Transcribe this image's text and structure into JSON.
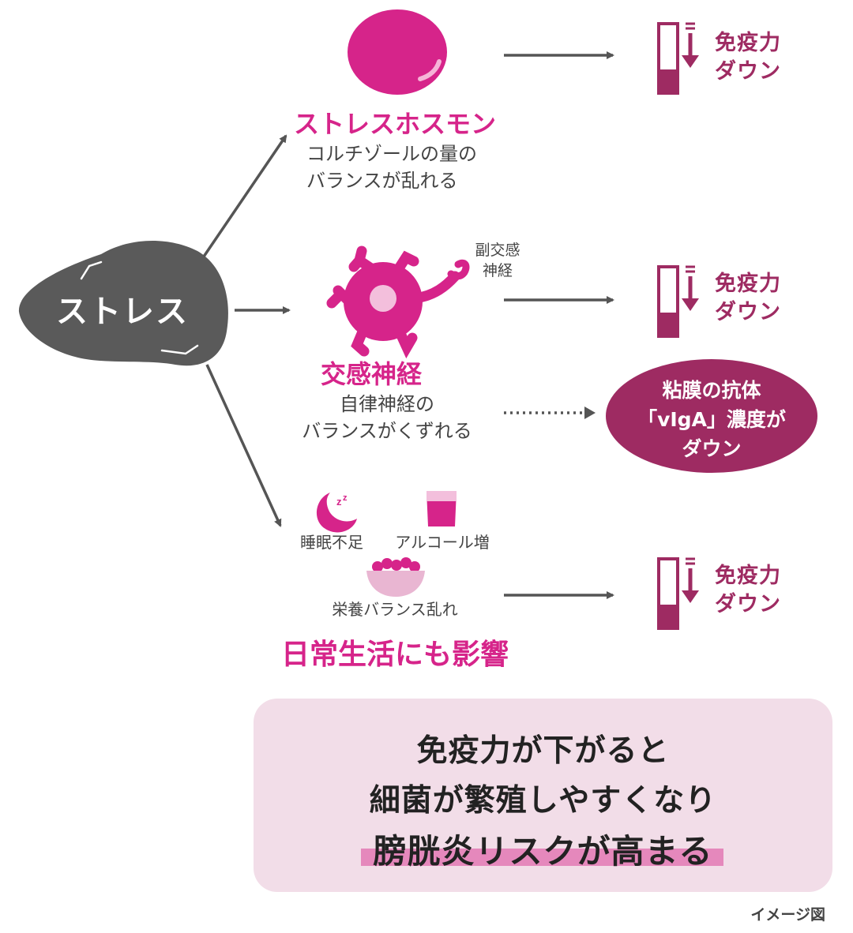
{
  "stress": {
    "label": "ストレス"
  },
  "hormone": {
    "title": "ストレスホスモン",
    "desc_line1": "コルチゾールの量の",
    "desc_line2": "バランスが乱れる"
  },
  "sympathetic": {
    "title": "交感神経",
    "parasympathetic_line1": "副交感",
    "parasympathetic_line2": "神経",
    "desc_line1": "自律神経の",
    "desc_line2": "バランスがくずれる"
  },
  "results": [
    {
      "line1": "免疫力",
      "line2": "ダウン"
    },
    {
      "line1": "免疫力",
      "line2": "ダウン"
    },
    {
      "line1": "免疫力",
      "line2": "ダウン"
    }
  ],
  "iga": {
    "line1": "粘膜の抗体",
    "line2": "「vIgA」濃度が",
    "line3": "ダウン"
  },
  "lifestyle": {
    "sleep": "睡眠不足",
    "alcohol": "アルコール増",
    "food": "栄養バランス乱れ",
    "title": "日常生活にも影響"
  },
  "summary": {
    "line1": "免疫力が下がると",
    "line2": "細菌が繁殖しやすくなり",
    "line3": "膀胱炎リスクが高まる"
  },
  "note": "イメージ図",
  "colors": {
    "magenta": "#d6248a",
    "plum": "#9e2b62",
    "stone": "#5a5a5a",
    "arrow": "#555555",
    "summary_bg": "#f2dde8",
    "highlight": "#e588bc"
  },
  "icons": [
    "stone-shape",
    "hormone-cell-icon",
    "neuron-icon",
    "gauge-down-icon",
    "moon-sleep-icon",
    "glass-icon",
    "food-bowl-icon"
  ]
}
